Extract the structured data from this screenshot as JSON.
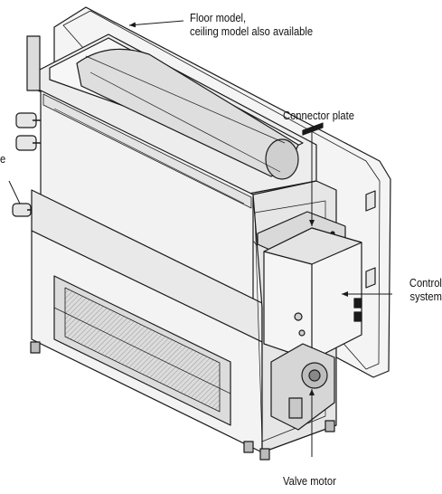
{
  "labels": {
    "floor_model": {
      "line1": "Floor model,",
      "line2": "ceiling model also available"
    },
    "connector_plate": "Connector plate",
    "control_system": {
      "line1": "Control",
      "line2": "system"
    },
    "valve_motor": "Valve motor",
    "cropped_left": "e"
  },
  "colors": {
    "line": "#1a1a1a",
    "panel_light": "#f4f4f4",
    "panel_mid": "#e6e6e6",
    "panel_dark": "#cfcfcf",
    "shade": "#bdbdbd"
  }
}
